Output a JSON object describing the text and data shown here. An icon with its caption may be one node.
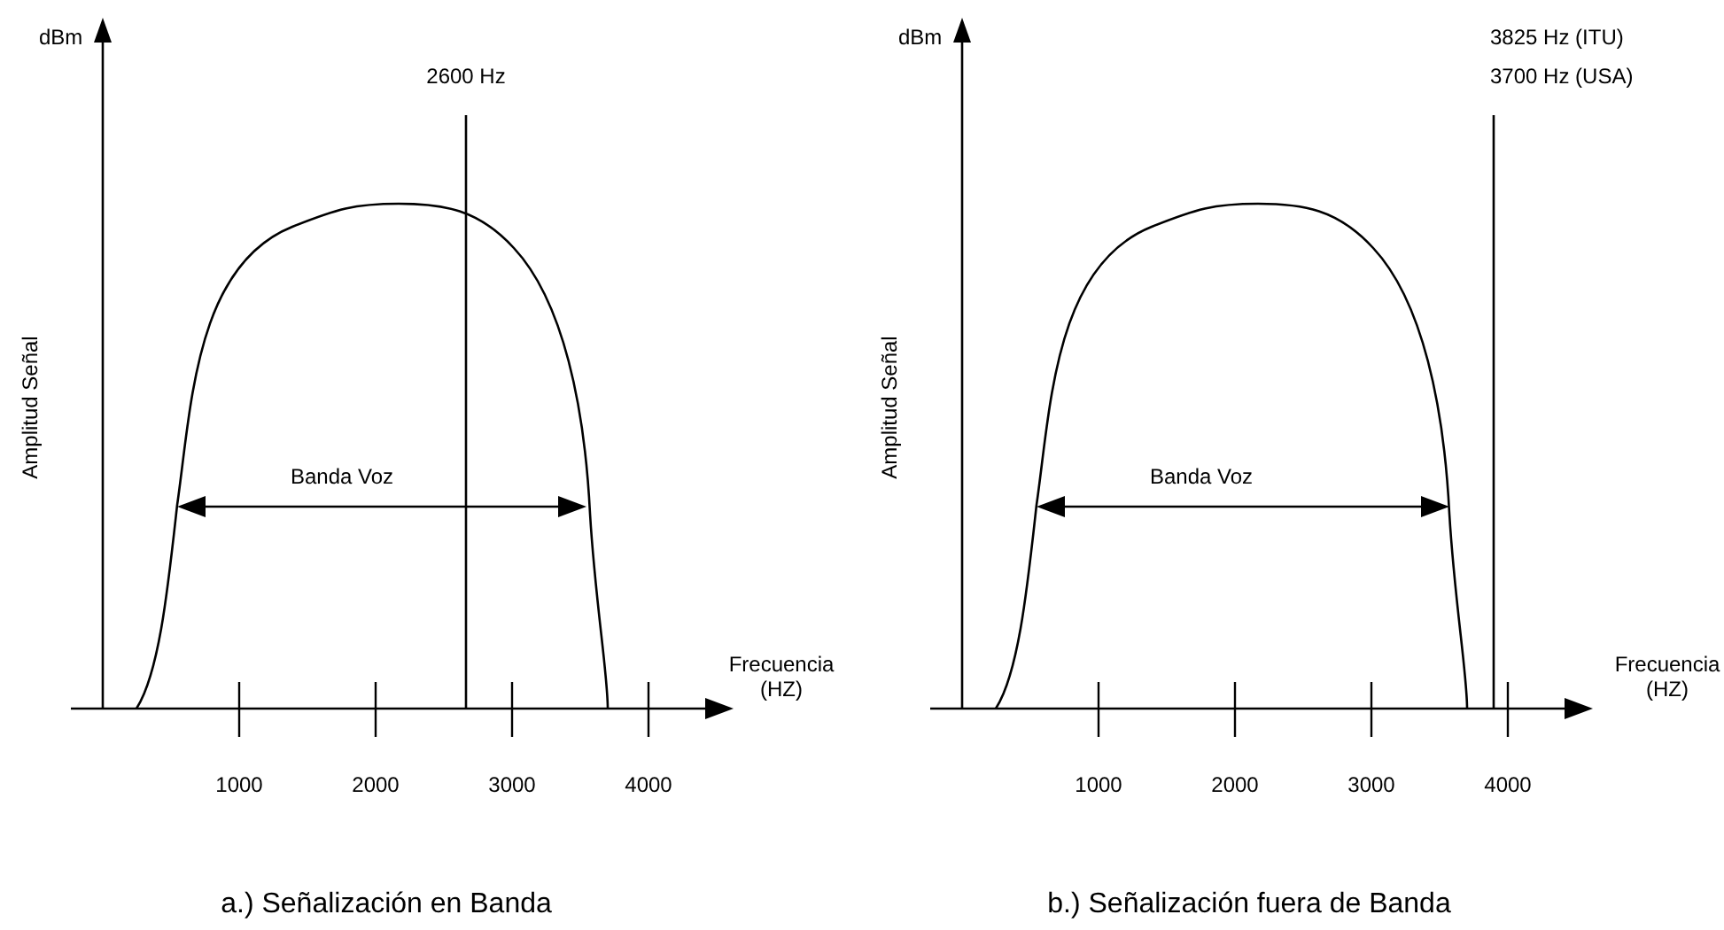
{
  "diagram": {
    "labels": [
      "dBm",
      "2600 Hz",
      "dBm",
      "3825 Hz (ITU)",
      "3700 Hz (USA)",
      "Amplitud Señal",
      "Amplitud Señal",
      "Banda Voz",
      "Banda Voz",
      "Frecuencia (HZ)",
      "Frecuencia (HZ)",
      "1000",
      "2000",
      "3000",
      "4000",
      "1000",
      "2000",
      "3000",
      "4000",
      "a.) Señalización en Banda",
      "b.) Señalización fuera de Banda"
    ]
  }
}
